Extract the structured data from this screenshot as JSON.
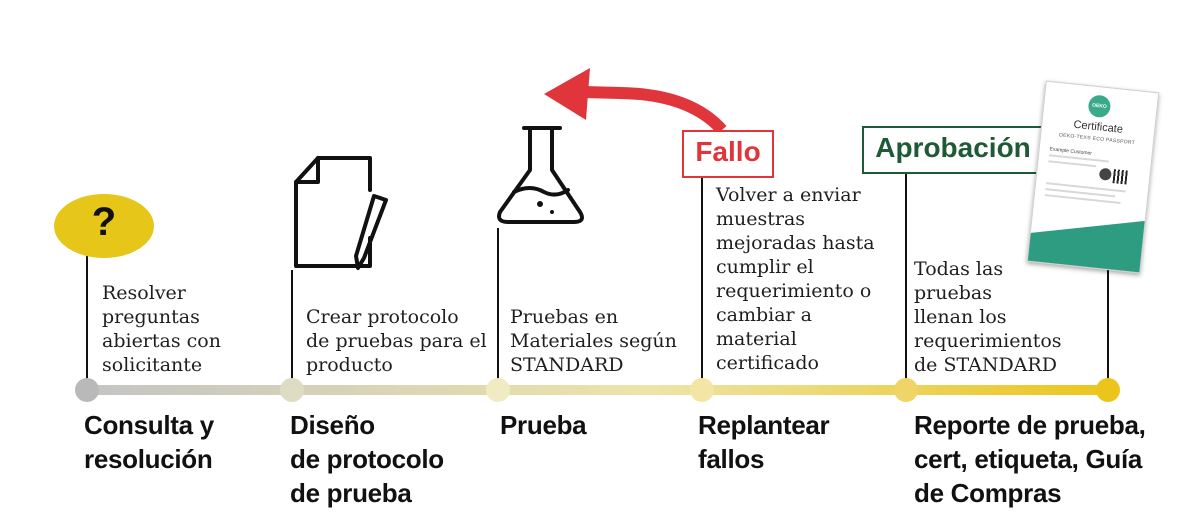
{
  "colors": {
    "fail_red": "#e0353b",
    "approval_green": "#1e5a35",
    "question_yellow": "#e6c619",
    "node_start": "#b9b9b9",
    "node_end": "#ecc51c",
    "cert_teal": "#2e9c80"
  },
  "icons": [
    "question-mark-icon",
    "document-pen-icon",
    "lab-flask-icon",
    "certificate-document-icon",
    "return-arrow-icon"
  ],
  "steps": [
    {
      "id": "consulta",
      "icon": "question-mark-icon",
      "icon_text": "?",
      "description": [
        "Resolver",
        "preguntas",
        "abiertas con",
        "solicitante"
      ],
      "title": [
        "Consulta y",
        "resolución"
      ]
    },
    {
      "id": "diseno",
      "icon": "document-pen-icon",
      "description": [
        "Crear protocolo",
        "de pruebas para el",
        "producto"
      ],
      "title": [
        "Diseño",
        "de protocolo",
        "de prueba"
      ]
    },
    {
      "id": "prueba",
      "icon": "lab-flask-icon",
      "description": [
        "Pruebas en",
        "Materiales según",
        "STANDARD"
      ],
      "title": [
        "Prueba"
      ]
    },
    {
      "id": "replantear",
      "status_label": "Fallo",
      "description": [
        "Volver a enviar",
        "muestras",
        "mejoradas hasta",
        "cumplir el",
        "requerimiento o",
        "cambiar a",
        "material",
        "certificado"
      ],
      "title": [
        "Replantear",
        "fallos"
      ]
    },
    {
      "id": "reporte",
      "status_label": "Aprobación",
      "description": [
        "Todas las",
        "pruebas",
        "llenan los",
        "requerimientos",
        "de STANDARD"
      ],
      "title": [
        "Reporte de prueba,",
        "cert, etiqueta, Guía",
        "de Compras"
      ]
    }
  ],
  "certificate": {
    "logo_text": "OEKO TEX",
    "title": "Certificate",
    "subtitle": "OEKO-TEX® ECO PASSPORT",
    "customer": "Example Customer"
  }
}
